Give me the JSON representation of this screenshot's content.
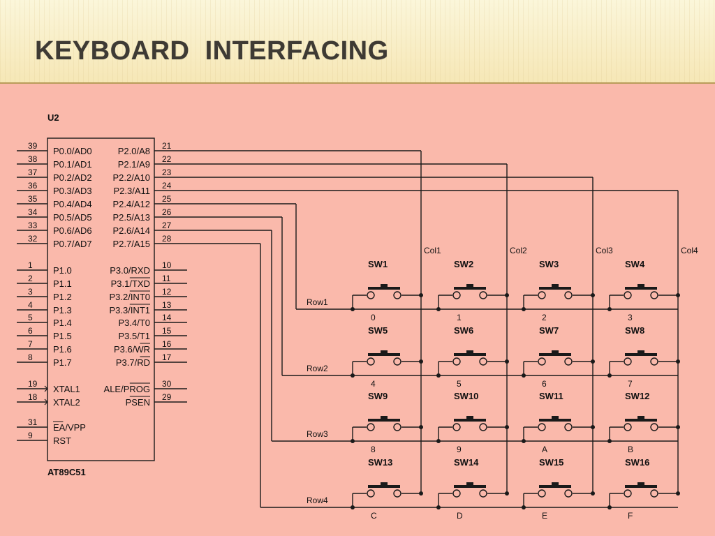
{
  "slide": {
    "title": "KEYBOARD  INTERFACING"
  },
  "chip": {
    "ref": "U2",
    "part": "AT89C51",
    "left_pins": [
      {
        "num": "39",
        "label": "P0.0/AD0"
      },
      {
        "num": "38",
        "label": "P0.1/AD1"
      },
      {
        "num": "37",
        "label": "P0.2/AD2"
      },
      {
        "num": "36",
        "label": "P0.3/AD3"
      },
      {
        "num": "35",
        "label": "P0.4/AD4"
      },
      {
        "num": "34",
        "label": "P0.5/AD5"
      },
      {
        "num": "33",
        "label": "P0.6/AD6"
      },
      {
        "num": "32",
        "label": "P0.7/AD7"
      },
      {
        "num": "1",
        "label": "P1.0"
      },
      {
        "num": "2",
        "label": "P1.1"
      },
      {
        "num": "3",
        "label": "P1.2"
      },
      {
        "num": "4",
        "label": "P1.3"
      },
      {
        "num": "5",
        "label": "P1.4"
      },
      {
        "num": "6",
        "label": "P1.5"
      },
      {
        "num": "7",
        "label": "P1.6"
      },
      {
        "num": "8",
        "label": "P1.7"
      },
      {
        "num": "19",
        "label": "XTAL1"
      },
      {
        "num": "18",
        "label": "XTAL2"
      },
      {
        "num": "31",
        "label": "EA/VPP"
      },
      {
        "num": "9",
        "label": "RST"
      }
    ],
    "right_pins": [
      {
        "num": "21",
        "label": "P2.0/A8"
      },
      {
        "num": "22",
        "label": "P2.1/A9"
      },
      {
        "num": "23",
        "label": "P2.2/A10"
      },
      {
        "num": "24",
        "label": "P2.3/A11"
      },
      {
        "num": "25",
        "label": "P2.4/A12"
      },
      {
        "num": "26",
        "label": "P2.5/A13"
      },
      {
        "num": "27",
        "label": "P2.6/A14"
      },
      {
        "num": "28",
        "label": "P2.7/A15"
      },
      {
        "num": "10",
        "label": "P3.0/RXD"
      },
      {
        "num": "11",
        "label": "P3.1/TXD"
      },
      {
        "num": "12",
        "label": "P3.2/INT0"
      },
      {
        "num": "13",
        "label": "P3.3/INT1"
      },
      {
        "num": "14",
        "label": "P3.4/T0"
      },
      {
        "num": "15",
        "label": "P3.5/T1"
      },
      {
        "num": "16",
        "label": "P3.6/WR"
      },
      {
        "num": "17",
        "label": "P3.7/RD"
      },
      {
        "num": "30",
        "label": "ALE/PROG"
      },
      {
        "num": "29",
        "label": "PSEN"
      }
    ]
  },
  "columns": [
    "Col1",
    "Col2",
    "Col3",
    "Col4"
  ],
  "rows": [
    "Row1",
    "Row2",
    "Row3",
    "Row4"
  ],
  "switches": [
    [
      {
        "name": "SW1",
        "key": "0"
      },
      {
        "name": "SW2",
        "key": "1"
      },
      {
        "name": "SW3",
        "key": "2"
      },
      {
        "name": "SW4",
        "key": "3"
      }
    ],
    [
      {
        "name": "SW5",
        "key": "4"
      },
      {
        "name": "SW6",
        "key": "5"
      },
      {
        "name": "SW7",
        "key": "6"
      },
      {
        "name": "SW8",
        "key": "7"
      }
    ],
    [
      {
        "name": "SW9",
        "key": "8"
      },
      {
        "name": "SW10",
        "key": "9"
      },
      {
        "name": "SW11",
        "key": "A"
      },
      {
        "name": "SW12",
        "key": "B"
      }
    ],
    [
      {
        "name": "SW13",
        "key": "C"
      },
      {
        "name": "SW14",
        "key": "D"
      },
      {
        "name": "SW15",
        "key": "E"
      },
      {
        "name": "SW16",
        "key": "F"
      }
    ]
  ],
  "colors": {
    "background": "#fab9ab",
    "wire": "#1a1a1a",
    "title_band": "#f9efc6"
  }
}
